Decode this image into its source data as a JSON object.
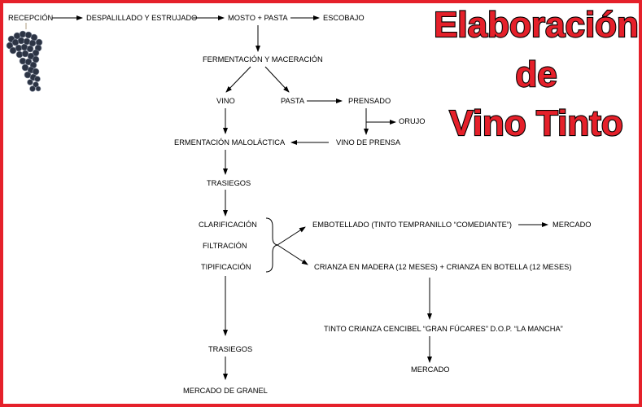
{
  "title": {
    "line1": "Elaboración",
    "line2": "de",
    "line3": "Vino Tinto"
  },
  "steps": {
    "recepcion": "RECEPCIÓN",
    "despalillado": "DESPALILLADO Y ESTRUJADO",
    "mosto": "MOSTO + PASTA",
    "escobajo": "ESCOBAJO",
    "fermentacion": "FERMENTACIÓN  Y MACERACIÓN",
    "vino": "VINO",
    "pasta": "PASTA",
    "prensado": "PRENSADO",
    "orujo": "ORUJO",
    "vino_prensa": "VINO DE PRENSA",
    "malolactica": "ERMENTACIÓN  MALOLÁCTICA",
    "trasiegos1": "TRASIEGOS",
    "clarificacion": "CLARIFICACIÓN",
    "filtracion": "FILTRACIÓN",
    "tipificacion": "TIPIFICACIÓN",
    "embotellado": "EMBOTELLADO  (TINTO TEMPRANILLO “COMEDIANTE”)",
    "mercado1": "MERCADO",
    "crianza": "CRIANZA EN MADERA   (12 MESES) + CRIANZA EN BOTELLA (12 MESES)",
    "tinto_crianza": "TINTO CRIANZA CENCIBEL “GRAN FÚCARES”  D.O.P. “LA MANCHA”",
    "mercado2": "MERCADO",
    "trasiegos2": "TRASIEGOS",
    "granel": "MERCADO DE GRANEL"
  },
  "colors": {
    "accent": "#e5202a"
  }
}
